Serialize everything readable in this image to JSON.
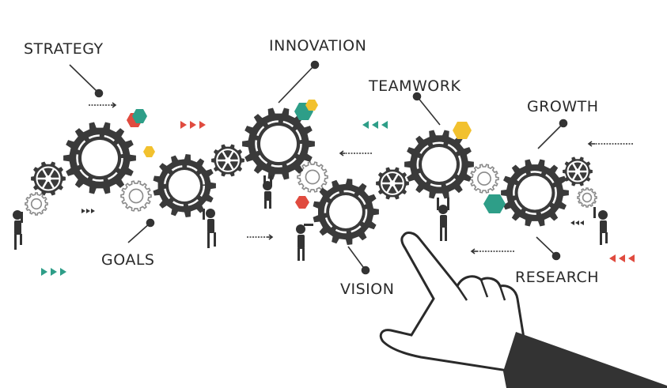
{
  "labels": {
    "strategy": "STRATEGY",
    "innovation": "INNOVATION",
    "teamwork": "TEAMWORK",
    "growth": "GROWTH",
    "goals": "GOALS",
    "vision": "VISION",
    "research": "RESEARCH"
  },
  "colors": {
    "gear": "#3a3a3a",
    "light_gear": "#8a8a8a",
    "red": "#e04b3f",
    "teal": "#2e9e88",
    "yellow": "#f2c12e",
    "text": "#2a2a2a"
  }
}
